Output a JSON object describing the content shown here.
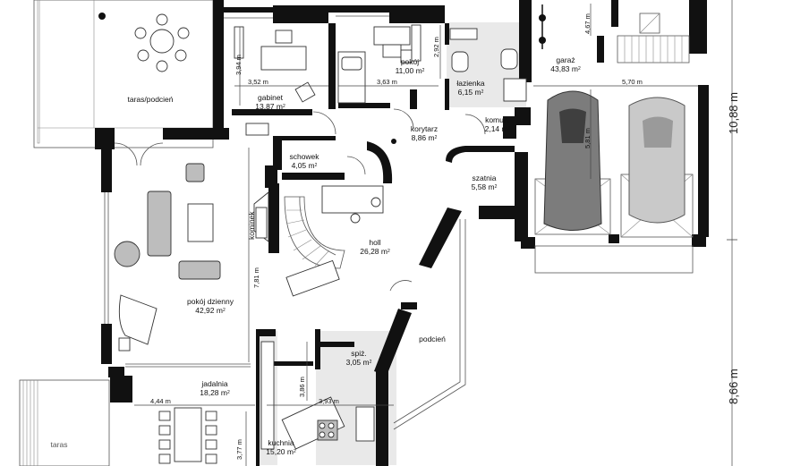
{
  "rooms": {
    "taras_podcien": {
      "name": "taras/podcień"
    },
    "gabinet": {
      "name": "gabinet",
      "area": "13,87 m",
      "unit_sup": "2"
    },
    "pokoj": {
      "name": "pokój",
      "area": "11,00 m",
      "unit_sup": "2"
    },
    "lazienka": {
      "name": "łazienka",
      "area": "6,15 m",
      "unit_sup": "2"
    },
    "garaz": {
      "name": "garaż",
      "area": "43,83 m",
      "unit_sup": "2"
    },
    "korytarz": {
      "name": "korytarz",
      "area": "8,86 m",
      "unit_sup": "2"
    },
    "komun": {
      "name": "komun.",
      "area": "2,14 m",
      "unit_sup": "2"
    },
    "schowek": {
      "name": "schowek",
      "area": "4,05 m",
      "unit_sup": "2"
    },
    "szatnia": {
      "name": "szatnia",
      "area": "5,58 m",
      "unit_sup": "2"
    },
    "holl": {
      "name": "holl",
      "area": "26,28 m",
      "unit_sup": "2"
    },
    "pokoj_dzienny": {
      "name": "pokój dzienny",
      "area": "42,92 m",
      "unit_sup": "2"
    },
    "kominek": {
      "name": "kominek"
    },
    "podcien": {
      "name": "podcień"
    },
    "spiz": {
      "name": "spiż.",
      "area": "3,05 m",
      "unit_sup": "2"
    },
    "jadalnia": {
      "name": "jadalnia",
      "area": "18,28 m",
      "unit_sup": "2"
    },
    "kuchnia": {
      "name": "kuchnia",
      "area": "15,20 m",
      "unit_sup": "2"
    },
    "taras": {
      "name": "taras"
    }
  },
  "dimensions": {
    "d_394": "3,94 m",
    "d_352": "3,52 m",
    "d_363": "3,63 m",
    "d_292": "2,92 m",
    "d_467": "4,67 m",
    "d_570": "5,70 m",
    "d_581": "5,81 m",
    "d_781": "7,81 m",
    "d_444": "4,44 m",
    "d_386": "3,86 m",
    "d_393": "3,93 m",
    "d_377": "3,77 m",
    "overall_1088": "10,88 m",
    "overall_866": "8,66 m"
  },
  "colors": {
    "wall": "#111111",
    "floor_gray": "#e9e9e9",
    "car": "#8a8a8a"
  }
}
